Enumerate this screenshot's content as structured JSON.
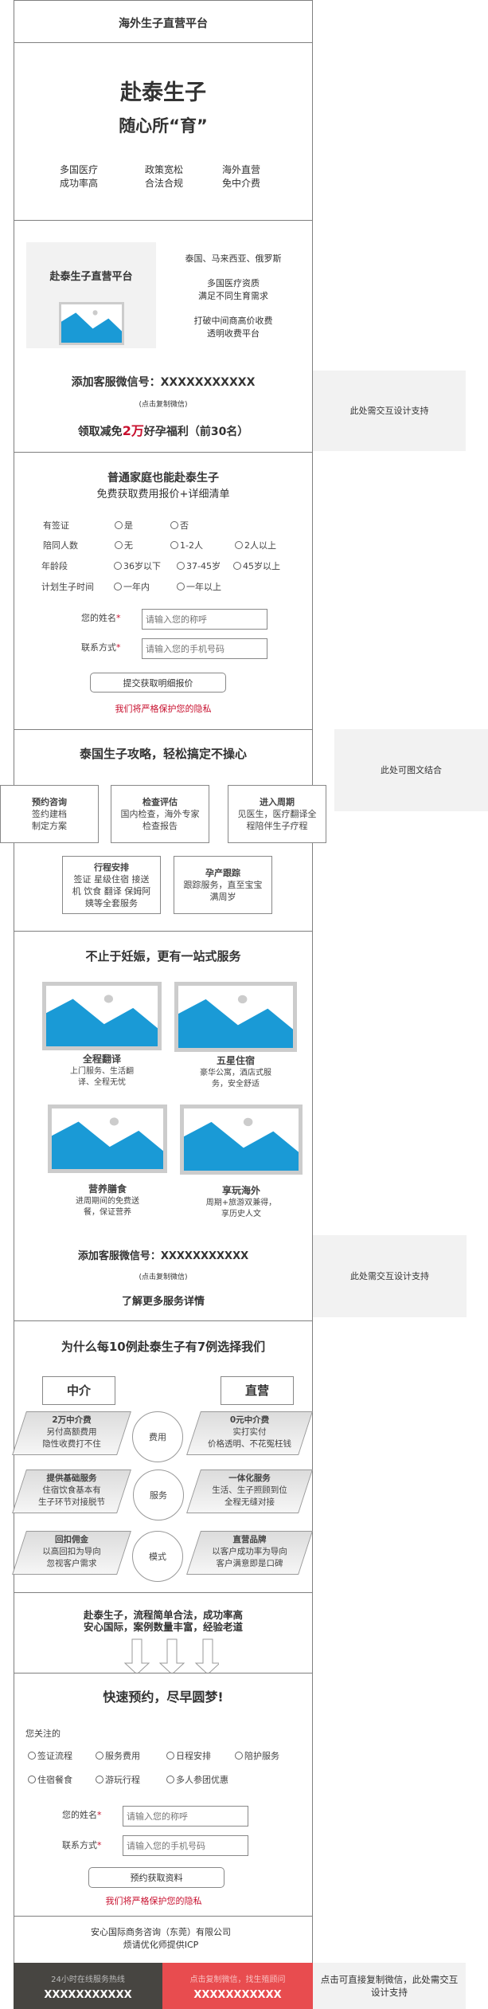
{
  "header": {
    "title": "海外生子直营平台"
  },
  "hero": {
    "title": "赴泰生子",
    "subtitle": "随心所“育”",
    "features": [
      {
        "line1": "多国医疗",
        "line2": "成功率高"
      },
      {
        "line1": "政策宽松",
        "line2": "合法合规"
      },
      {
        "line1": "海外直营",
        "line2": "免中介费"
      }
    ]
  },
  "intro": {
    "image_title": "赴泰生子直营平台",
    "image_icon": "image-placeholder-icon",
    "points": [
      "泰国、马来西亚、俄罗斯",
      "多国医疗资质",
      "满足不同生育需求",
      "打破中间商高价收费",
      "透明收费平台"
    ],
    "wechat_label": "添加客服微信号：XXXXXXXXXXX",
    "copy_hint": "(点击复制微信)",
    "promo_prefix": "领取减免",
    "promo_highlight": "2万",
    "promo_suffix": "好孕福利（前30名）",
    "note": "此处需交互设计支持"
  },
  "quote_form": {
    "title": "普通家庭也能赴泰生子",
    "subtitle": "免费获取费用报价+详细清单",
    "questions": [
      {
        "label": "有签证",
        "options": [
          "是",
          "否"
        ]
      },
      {
        "label": "陪同人数",
        "options": [
          "无",
          "1-2人",
          "2人以上"
        ]
      },
      {
        "label": "年龄段",
        "options": [
          "36岁以下",
          "37-45岁",
          "45岁以上"
        ]
      },
      {
        "label": "计划生子时间",
        "options": [
          "一年内",
          "一年以上"
        ]
      }
    ],
    "name_label": "您的姓名",
    "name_placeholder": "请输入您的称呼",
    "contact_label": "联系方式",
    "contact_placeholder": "请输入您的手机号码",
    "required_mark": "*",
    "submit": "提交获取明细报价",
    "privacy": "我们将严格保护您的隐私"
  },
  "guide": {
    "title": "泰国生子攻略，轻松搞定不操心",
    "steps": [
      {
        "title": "预约咨询",
        "desc": [
          "签约建档",
          "制定方案"
        ]
      },
      {
        "title": "检查评估",
        "desc": [
          "国内检查，海外专家",
          "检查报告"
        ]
      },
      {
        "title": "进入周期",
        "desc": [
          "见医生，医疗翻译全",
          "程陪伴生子疗程"
        ]
      },
      {
        "title": "行程安排",
        "desc": [
          "签证 星级住宿 接送",
          "机 饮食 翻译 保姆阿",
          "姨等全套服务"
        ]
      },
      {
        "title": "孕产跟踪",
        "desc": [
          "跟踪服务，直至宝宝",
          "满周岁"
        ]
      }
    ],
    "note": "此处可图文结合"
  },
  "services": {
    "title": "不止于妊娠，更有一站式服务",
    "items": [
      {
        "title": "全程翻译",
        "desc": [
          "上门服务、生活翻",
          "译、全程无忧"
        ]
      },
      {
        "title": "五星住宿",
        "desc": [
          "豪华公寓，酒店式服",
          "务，安全舒适"
        ]
      },
      {
        "title": "营养膳食",
        "desc": [
          "进周期间的免费送",
          "餐，保证营养"
        ]
      },
      {
        "title": "享玩海外",
        "desc": [
          "周期+旅游双兼得，",
          "享历史人文"
        ]
      }
    ],
    "wechat_label": "添加客服微信号：XXXXXXXXXXX",
    "copy_hint": "(点击复制微信)",
    "more": "了解更多服务详情",
    "note": "此处需交互设计支持"
  },
  "compare": {
    "title": "为什么每10例赴泰生子有7例选择我们",
    "left_header": "中介",
    "right_header": "直营",
    "rows": [
      {
        "topic": "费用",
        "left": {
          "title": "2万中介费",
          "desc": [
            "另付高额费用",
            "隐性收费打不住"
          ]
        },
        "right": {
          "title": "0元中介费",
          "desc": [
            "实打实付",
            "价格透明、不花冤枉钱"
          ]
        }
      },
      {
        "topic": "服务",
        "left": {
          "title": "提供基础服务",
          "desc": [
            "住宿饮食基本有",
            "生子环节对接脱节"
          ]
        },
        "right": {
          "title": "一体化服务",
          "desc": [
            "生活、生子照顾到位",
            "全程无缝对接"
          ]
        }
      },
      {
        "topic": "模式",
        "left": {
          "title": "回扣佣金",
          "desc": [
            "以高回扣为导向",
            "忽视客户需求"
          ]
        },
        "right": {
          "title": "直营品牌",
          "desc": [
            "以客户成功率为导向",
            "客户满意即是口碑"
          ]
        }
      }
    ]
  },
  "slogan": {
    "lines": [
      "赴泰生子，流程简单合法，成功率高",
      "安心国际，案例数量丰富，经验老道"
    ]
  },
  "booking": {
    "title": "快速预约，尽早圆梦!",
    "interest_label": "您关注的",
    "interests": [
      "签证流程",
      "服务费用",
      "日程安排",
      "陪护服务",
      "住宿餐食",
      "游玩行程",
      "多人参团优惠"
    ],
    "name_label": "您的姓名",
    "name_placeholder": "请输入您的称呼",
    "contact_label": "联系方式",
    "contact_placeholder": "请输入您的手机号码",
    "required_mark": "*",
    "submit": "预约获取资料",
    "privacy": "我们将严格保护您的隐私"
  },
  "footer": {
    "company": "安心国际商务咨询（东莞）有限公司",
    "icp": "烦请优化师提供ICP"
  },
  "bottom_bar": {
    "hotline_label": "24小时在线服务热线",
    "hotline_value": "XXXXXXXXXXX",
    "wechat_label": "点击复制微信，找生殖顾问",
    "wechat_value": "XXXXXXXXXXX",
    "note": "点击可直接复制微信，此处需交互设计支持"
  },
  "colors": {
    "accent_red": "#c8102e",
    "bar_dark": "#474541",
    "bar_red": "#e84c4f",
    "image_blue": "#1a9ad6",
    "note_bg": "#f2f2f2"
  }
}
